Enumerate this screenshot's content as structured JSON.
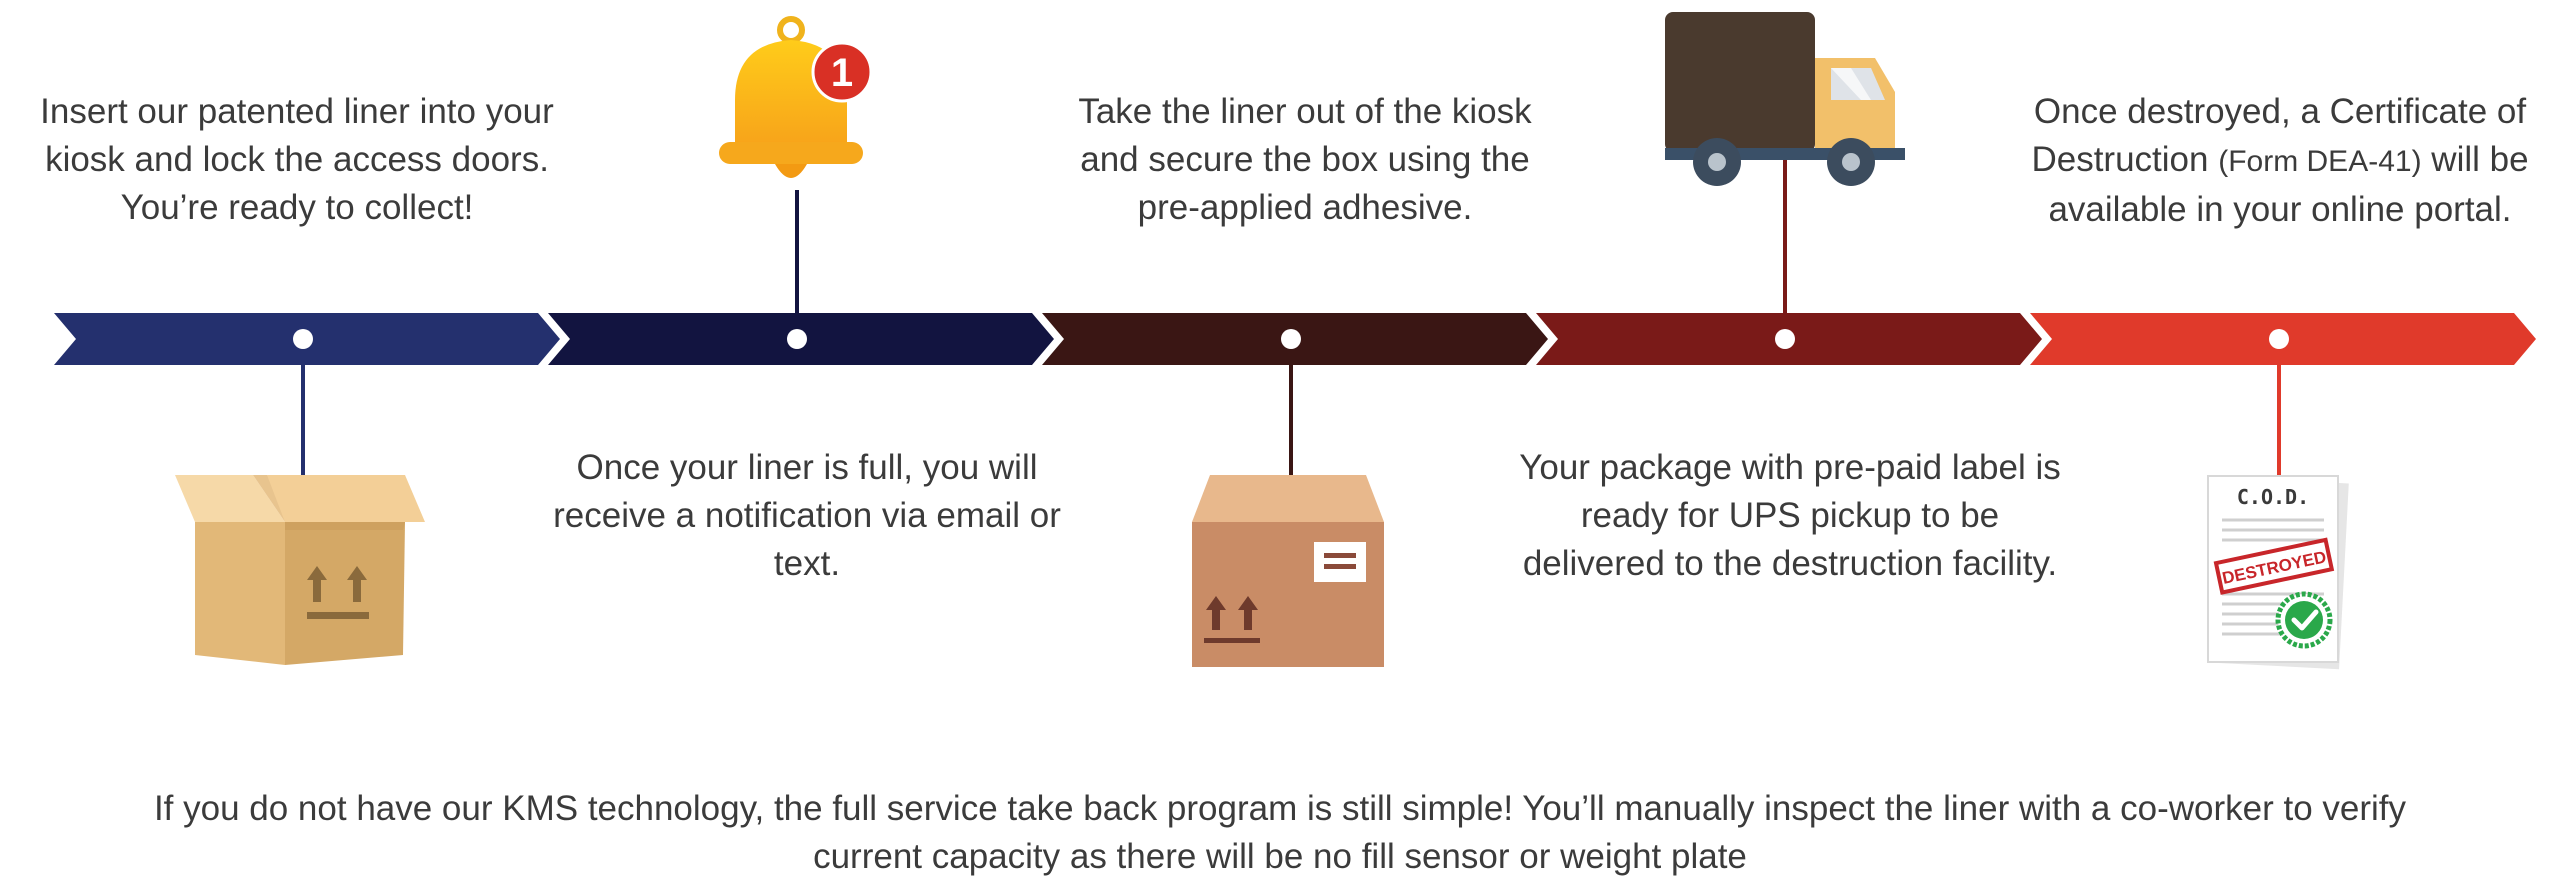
{
  "steps": [
    {
      "id": 1,
      "text": "Insert our patented liner into your kiosk and lock the access doors. You’re ready to collect!",
      "icon": "open-box-icon",
      "color": "#24306e"
    },
    {
      "id": 2,
      "text": "Once your liner is full, you will receive a notification via email or text.",
      "icon": "notification-bell-icon",
      "badge": "1",
      "color": "#121440"
    },
    {
      "id": 3,
      "text": "Take the liner out of the kiosk and secure the box using the pre-applied adhesive.",
      "icon": "sealed-box-icon",
      "color": "#3a1614"
    },
    {
      "id": 4,
      "text": "Your package with pre-paid label is ready for UPS pickup to be delivered to the destruction facility.",
      "icon": "delivery-truck-icon",
      "color": "#7a1a18"
    },
    {
      "id": 5,
      "text_before": "Once destroyed, a Certificate of Destruction ",
      "text_small": "(Form DEA-41)",
      "text_after": " will be available in your online portal.",
      "icon": "certificate-icon",
      "doc_title": "C.O.D.",
      "stamp": "DESTROYED",
      "color": "#e03a2b"
    }
  ],
  "footer_note": "If you do not have our KMS technology, the full service take back program is still simple! You’ll manually inspect the liner with a co-worker to verify current capacity as there will be no fill sensor or weight plate"
}
